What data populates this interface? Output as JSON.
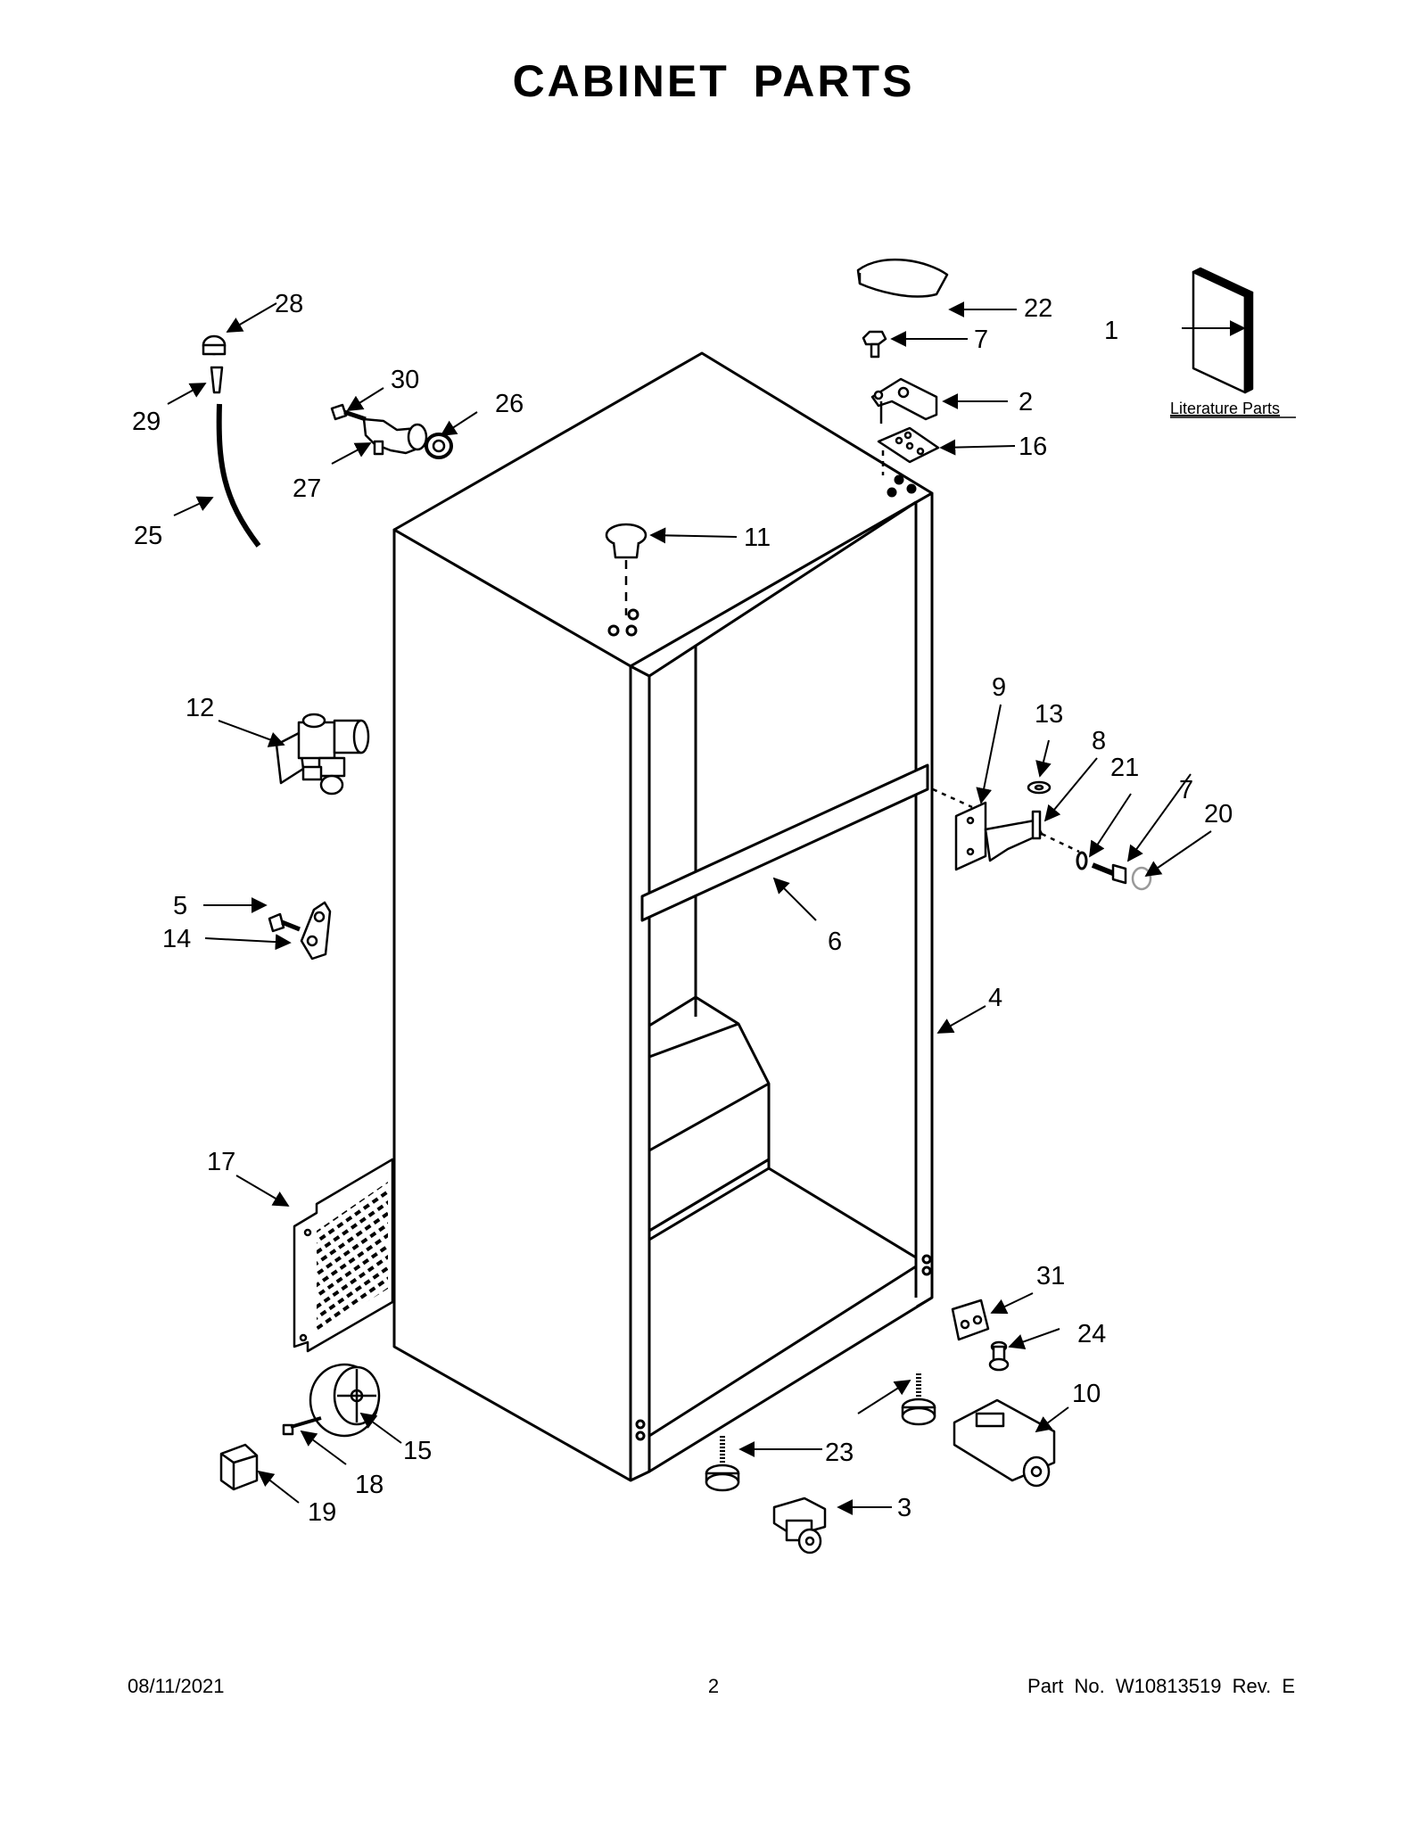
{
  "header": {
    "title": "CABINET PARTS"
  },
  "callouts": {
    "c1": "1",
    "c2": "2",
    "c3": "3",
    "c4": "4",
    "c5": "5",
    "c6": "6",
    "c7a": "7",
    "c7b": "7",
    "c8": "8",
    "c9": "9",
    "c10": "10",
    "c11": "11",
    "c12": "12",
    "c13": "13",
    "c14": "14",
    "c15": "15",
    "c16": "16",
    "c17": "17",
    "c18": "18",
    "c19": "19",
    "c20": "20",
    "c21": "21",
    "c22": "22",
    "c23": "23",
    "c24": "24",
    "c25": "25",
    "c26": "26",
    "c27": "27",
    "c28": "28",
    "c29": "29",
    "c30": "30",
    "c31": "31"
  },
  "literature": {
    "label": "Literature Parts"
  },
  "footer": {
    "date": "08/11/2021",
    "page": "2",
    "part_no": "Part No.  W10813519  Rev.  E"
  }
}
